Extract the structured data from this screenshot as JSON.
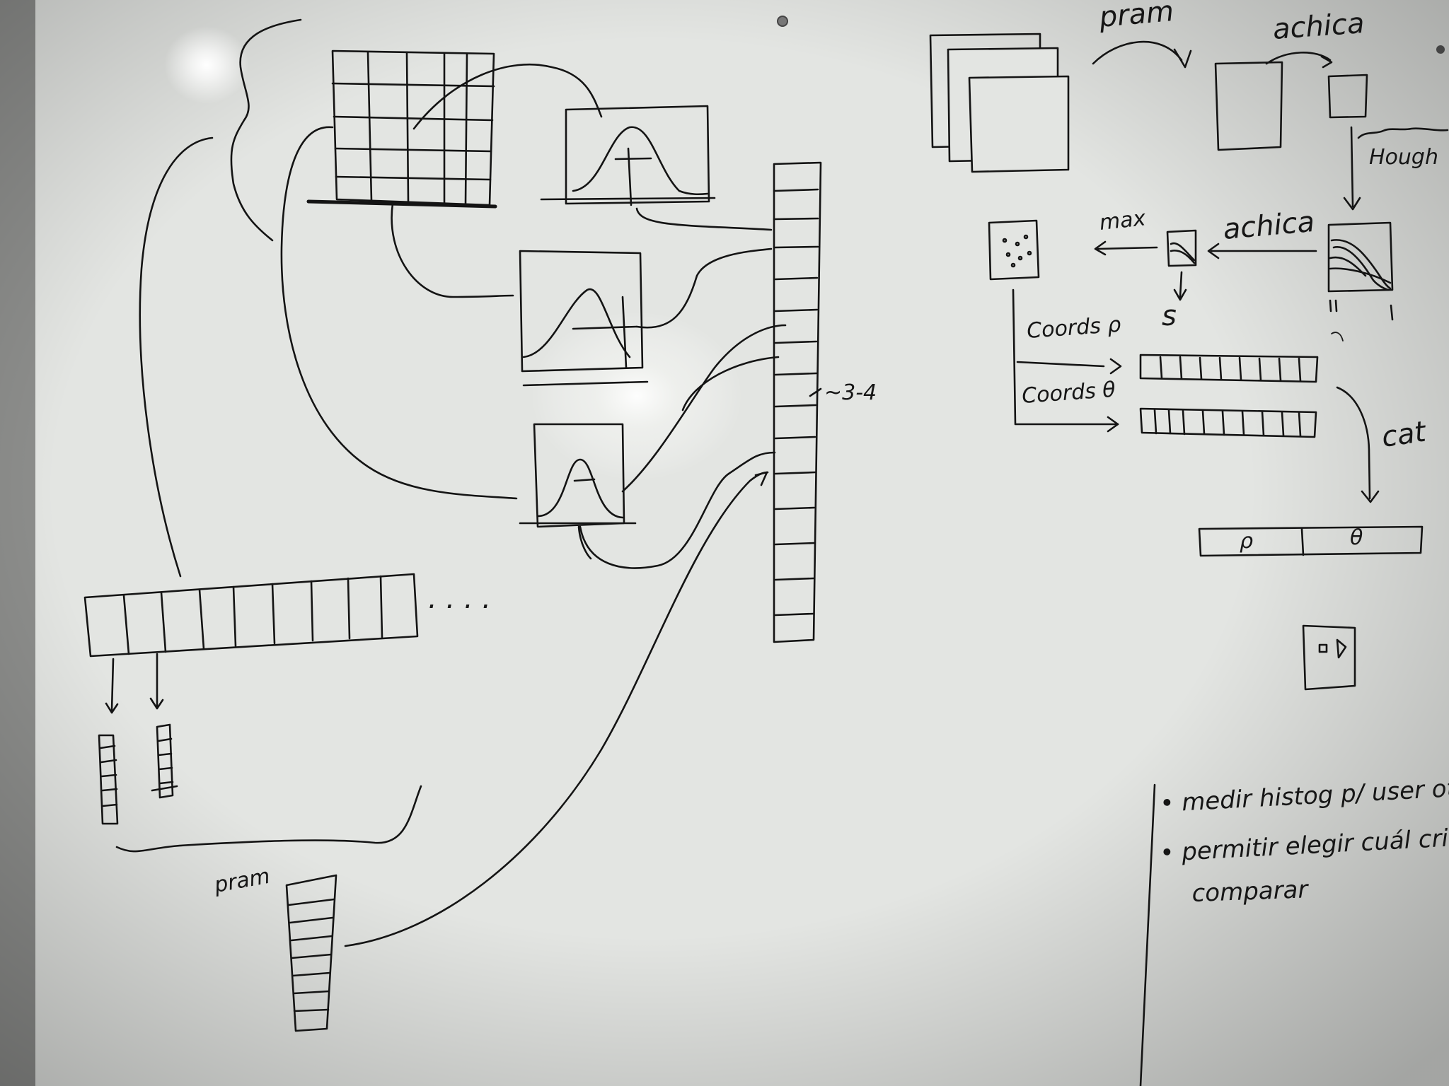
{
  "labels": {
    "pram_top": "pram",
    "achica_top": "achica",
    "hough": "Hough",
    "max": "max",
    "achica_mid": "achica",
    "s": "s",
    "coords_rho": "Coords ρ",
    "coords_theta": "Coords θ",
    "cat": "cat",
    "rho": "ρ",
    "theta": "θ",
    "range": "~3-4",
    "dots": ". . . .",
    "pram_bottom": "pram"
  },
  "notes": [
    "• medir histog p/ user otro canal",
    "• permitir elegir cuál criterio",
    "comparar"
  ],
  "colors": {
    "board": "#e4e6e3",
    "ink": "#141414"
  }
}
